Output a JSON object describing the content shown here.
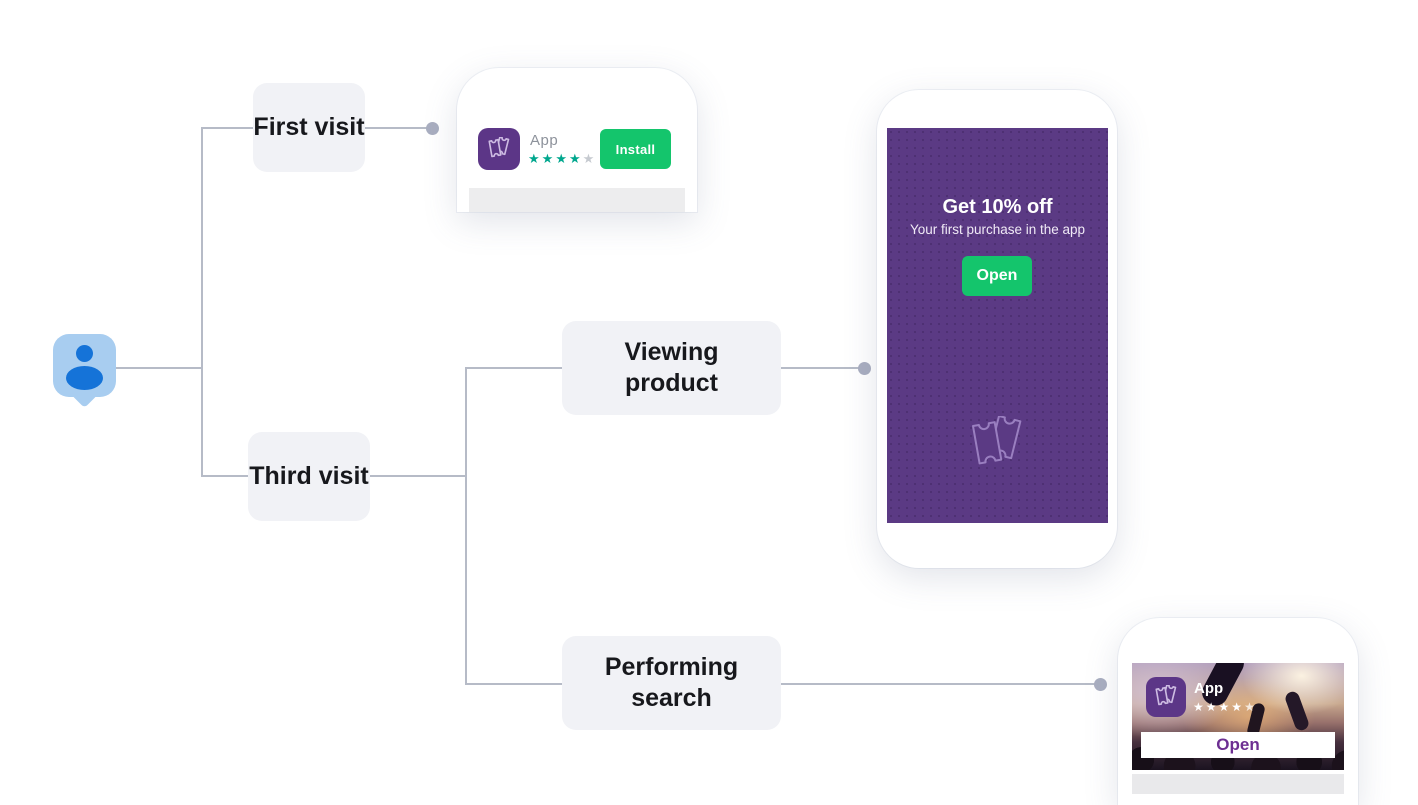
{
  "journey": {
    "start_icon": "user-icon",
    "nodes": [
      {
        "label": "First visit"
      },
      {
        "label": "Third visit"
      },
      {
        "label": "Viewing product"
      },
      {
        "label": "Performing search"
      }
    ]
  },
  "store_phone": {
    "app_name": "App",
    "rating": "4 of 5 stars",
    "install_label": "Install"
  },
  "offer_phone": {
    "title": "Get 10% off",
    "subtitle": "Your first purchase in the app",
    "open_label": "Open"
  },
  "event_phone": {
    "app_name": "App",
    "rating": "5 of 5 stars",
    "open_label": "Open"
  },
  "colors": {
    "brand_purple": "#5b3a84",
    "icon_purple": "#5c3687",
    "action_green": "#14c56c",
    "connector_gray": "#b6bbc7",
    "node_background": "#f1f2f6",
    "user_pin_light_blue": "#a8cdf0",
    "user_pin_dark_blue": "#1573d8",
    "star_teal": "#00a78e"
  }
}
